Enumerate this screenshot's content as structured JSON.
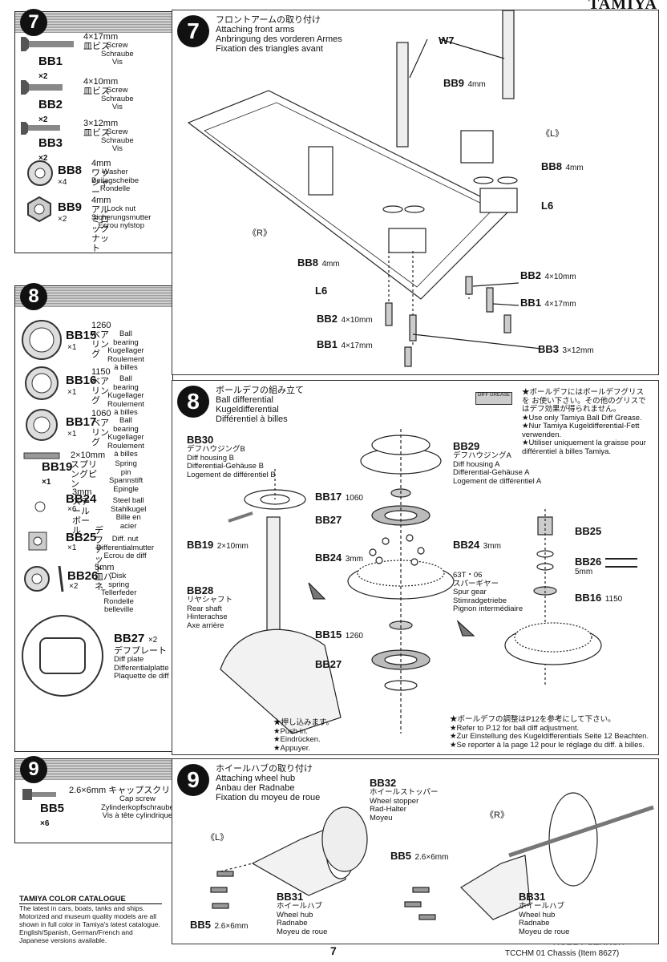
{
  "brand": "TAMIYA",
  "page_number": "7",
  "footer_code": "TCCHM 01 Chassis (Item 8627)",
  "watermark": "ROBBY SEARCH",
  "sidebar": {
    "step7": {
      "num": "7",
      "parts": [
        {
          "code": "BB1",
          "qty": "×2",
          "spec": "4×17mm皿ビス",
          "names": [
            "Screw",
            "Schraube",
            "Vis"
          ]
        },
        {
          "code": "BB2",
          "qty": "×2",
          "spec": "4×10mm皿ビス",
          "names": [
            "Screw",
            "Schraube",
            "Vis"
          ]
        },
        {
          "code": "BB3",
          "qty": "×2",
          "spec": "3×12mm皿ビス",
          "names": [
            "Screw",
            "Schraube",
            "Vis"
          ]
        },
        {
          "code": "BB8",
          "qty": "×4",
          "spec": "4mmワッシャー",
          "names": [
            "Washer",
            "Beilagscheibe",
            "Rondelle"
          ]
        },
        {
          "code": "BB9",
          "qty": "×2",
          "spec": "4mmアルミロックナット",
          "names": [
            "Lock nut",
            "Sicherungsmutter",
            "Ecrou nylstop"
          ]
        }
      ]
    },
    "step8": {
      "num": "8",
      "parts": [
        {
          "code": "BB15",
          "qty": "×1",
          "spec": "1260ベアリング",
          "names": [
            "Ball bearing",
            "Kugellager",
            "Roulement à billes"
          ]
        },
        {
          "code": "BB16",
          "qty": "×1",
          "spec": "1150ベアリング",
          "names": [
            "Ball bearing",
            "Kugellager",
            "Roulement à billes"
          ]
        },
        {
          "code": "BB17",
          "qty": "×1",
          "spec": "1060ベアリング",
          "names": [
            "Ball bearing",
            "Kugellager",
            "Roulement à billes"
          ]
        },
        {
          "code": "BB19",
          "qty": "×1",
          "spec": "2×10mmスプリングピン",
          "names": [
            "Spring pin",
            "Spannstift",
            "Epingle"
          ]
        },
        {
          "code": "BB24",
          "qty": "×6",
          "spec": "3mmスチールボール",
          "names": [
            "Steel ball",
            "Stahlkugel",
            "Bille en acier"
          ]
        },
        {
          "code": "BB25",
          "qty": "×1",
          "spec": "デフナット",
          "names": [
            "Diff. nut",
            "Differentialmutter",
            "Ecrou de diff"
          ]
        },
        {
          "code": "BB26",
          "qty": "×2",
          "spec": "5mm皿バネ",
          "names": [
            "Disk spring",
            "Tellerfeder",
            "Rondelle belleville"
          ]
        },
        {
          "code": "BB27",
          "qty": "×2",
          "spec": "デフプレート",
          "names": [
            "Diff plate",
            "Differentialplatte",
            "Plaquette de diff"
          ]
        }
      ]
    },
    "step9": {
      "num": "9",
      "parts": [
        {
          "code": "BB5",
          "qty": "×6",
          "spec": "2.6×6mm キャップスクリュー",
          "names": [
            "Cap screw",
            "Zylinderkopfschraube",
            "Vis à tête cylindrique"
          ]
        }
      ]
    },
    "catalogue": {
      "title": "TAMIYA COLOR CATALOGUE",
      "body": "The latest in cars, boats, tanks and ships. Motorized and museum quality models are all shown in full color in Tamiya's latest catalogue. English/Spanish, German/French and Japanese versions available."
    }
  },
  "steps": {
    "s7": {
      "num": "7",
      "title_lines": [
        "フロントアームの取り付け",
        "Attaching front arms",
        "Anbringung des vorderen Armes",
        "Fixation des triangles avant"
      ],
      "labels": {
        "w7": "W7",
        "bb9": "BB9",
        "bb9_size": "4mm",
        "L": "《L》",
        "R": "《R》",
        "bb8a": "BB8",
        "bb8a_size": "4mm",
        "l6a": "L6",
        "bb8b": "BB8",
        "bb8b_size": "4mm",
        "l6b": "L6",
        "bb2a": "BB2",
        "bb2a_size": "4×10mm",
        "bb1a": "BB1",
        "bb1a_size": "4×17mm",
        "bb2b": "BB2",
        "bb2b_size": "4×10mm",
        "bb1b": "BB1",
        "bb1b_size": "4×17mm",
        "bb3": "BB3",
        "bb3_size": "3×12mm"
      }
    },
    "s8": {
      "num": "8",
      "title_lines": [
        "ボールデフの組み立て",
        "Ball differential",
        "Kugeldifferential",
        "Différentiel à billes"
      ],
      "grease_note": [
        "★ボールデフにはボールデフグリスを お使い下さい。その他のグリスではデフ効果が得られません。",
        "★Use only Tamiya Ball Diff Grease.",
        "★Nur Tamiya Kugeldifferential-Fett verwenden.",
        "★Utiliser uniquement la graisse pour différentiel à billes Tamiya."
      ],
      "grease_tube": "DIFF GREASE",
      "labels": {
        "bb30": "BB30",
        "bb30_lines": [
          "デフハウジングB",
          "Diff housing B",
          "Differential-Gehäuse B",
          "Logement de différentiel B"
        ],
        "bb29": "BB29",
        "bb29_lines": [
          "デフハウジングA",
          "Diff housing A",
          "Differential-Gehäuse A",
          "Logement de différentiel A"
        ],
        "bb17": "BB17",
        "bb17_size": "1060",
        "bb27a": "BB27",
        "bb27b": "BB27",
        "bb24a": "BB24",
        "bb24a_size": "3mm",
        "bb24b": "BB24",
        "bb24b_size": "3mm",
        "bb19": "BB19",
        "bb19_size": "2×10mm",
        "spur_lines": [
          "63T・06",
          "スパーギヤー",
          "Spur gear",
          "Stimradgetriebe",
          "Pignon intermédiaire"
        ],
        "bb28": "BB28",
        "bb28_lines": [
          "リヤシャフト",
          "Rear shaft",
          "Hinterachse",
          "Axe arrière"
        ],
        "bb15": "BB15",
        "bb15_size": "1260",
        "bb25": "BB25",
        "bb26": "BB26",
        "bb26_size": "5mm",
        "bb16": "BB16",
        "bb16_size": "1150",
        "push_lines": [
          "★押し込みます。",
          "★Push in.",
          "★Eindrücken.",
          "★Appuyer."
        ]
      },
      "adjust_note": [
        "★ボールデフの調整はP12を参考にして下さい。",
        "★Refer to P.12 for ball diff adjustment.",
        "★Zur Einstellung des Kugeldifferentials Seite 12 Beachten.",
        "★Se reporter à la page 12 pour le réglage du diff. à billes."
      ]
    },
    "s9": {
      "num": "9",
      "title_lines": [
        "ホイールハブの取り付け",
        "Attaching wheel hub",
        "Anbau der Radnabe",
        "Fixation du moyeu de roue"
      ],
      "labels": {
        "L": "《L》",
        "R": "《R》",
        "bb32": "BB32",
        "bb32_lines": [
          "ホイールストッパー",
          "Wheel stopper",
          "Rad-Halter",
          "Moyeu"
        ],
        "bb31a": "BB31",
        "bb31a_lines": [
          "ホイールハブ",
          "Wheel hub",
          "Radnabe",
          "Moyeu de roue"
        ],
        "bb31b": "BB31",
        "bb31b_lines": [
          "ホイールハブ",
          "Wheel hub",
          "Radnabe",
          "Moyeu de roue"
        ],
        "bb5a": "BB5",
        "bb5a_size": "2.6×6mm",
        "bb5b": "BB5",
        "bb5b_size": "2.6×6mm"
      }
    }
  }
}
